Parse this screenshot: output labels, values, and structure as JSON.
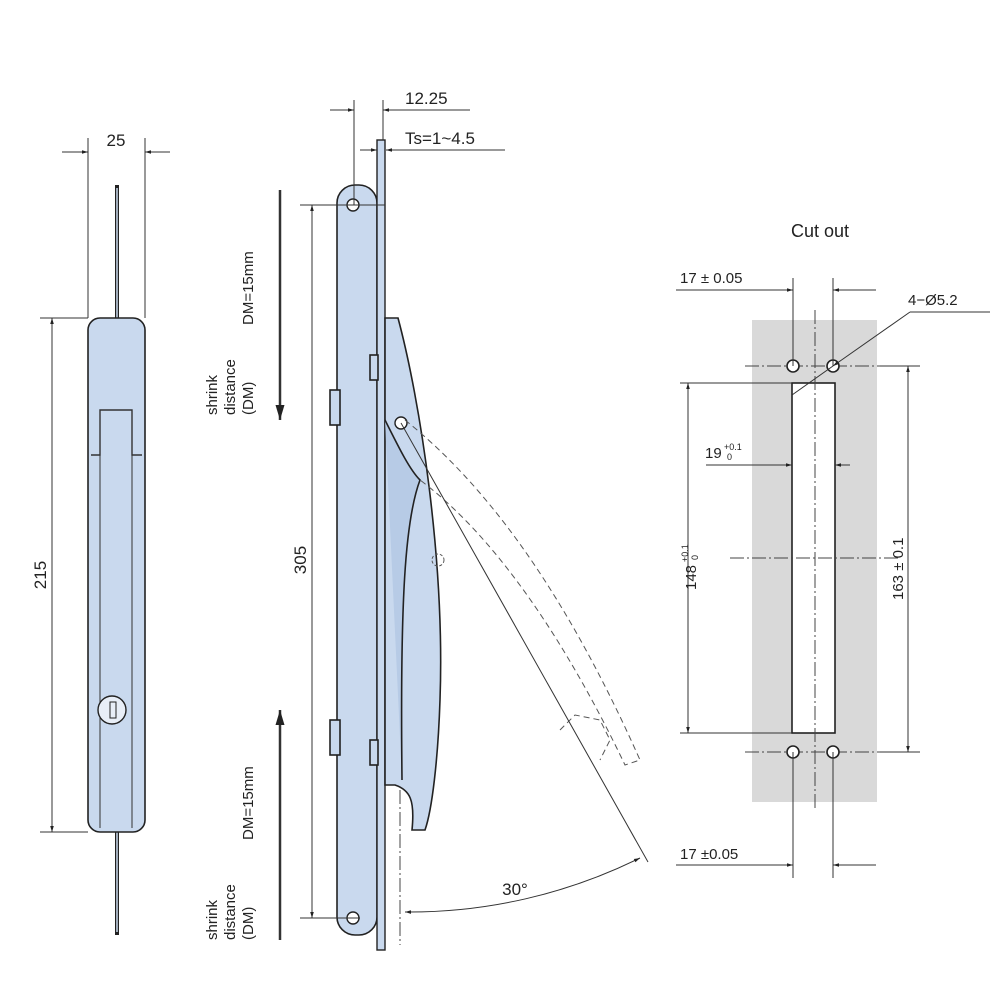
{
  "colors": {
    "part_fill": "#c9d9ee",
    "cutout_fill": "#d9d9d9",
    "line": "#222222"
  },
  "front_view": {
    "width_label": "25",
    "height_label": "215"
  },
  "side_view": {
    "offset_label": "12.25",
    "thickness_label": "Ts=1~4.5",
    "length_label": "305",
    "shrink_top": {
      "line1": "shrink",
      "line2": "distance",
      "line3": "(DM)",
      "value": "DM=15mm"
    },
    "shrink_bottom": {
      "line1": "shrink",
      "line2": "distance",
      "line3": "(DM)",
      "value": "DM=15mm"
    },
    "angle_label": "30°"
  },
  "cutout": {
    "title": "Cut out",
    "top_spacing": "17 ± 0.05",
    "holes": "4−Ø5.2",
    "slot_width": "19",
    "slot_width_tol": "+0.1",
    "slot_width_tol_low": "0",
    "slot_length": "148",
    "slot_length_tol": "+0.1",
    "slot_length_tol_low": "0",
    "hole_pitch": "163 ± 0.1",
    "bottom_spacing": "17 ±0.05"
  }
}
